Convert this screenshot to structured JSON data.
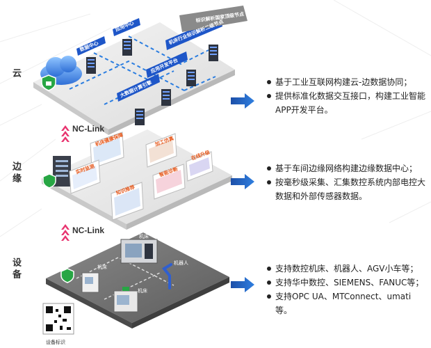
{
  "layers": {
    "cloud": {
      "label": "云",
      "nodes": [
        "数据中心",
        "应用中心",
        "应用开发平台",
        "大数据计算引擎",
        "机床行业标识解析二级节点"
      ],
      "top_tag": "标识解析国家顶级节点"
    },
    "edge": {
      "label": "边缘",
      "panels": [
        "加工仿真",
        "机床健康保障",
        "在线升级",
        "实时监测",
        "智能诊断",
        "知识推荐"
      ]
    },
    "device": {
      "label": "设备",
      "machines": [
        "机床",
        "机器人",
        "机床",
        "机床"
      ],
      "qr_caption": "设备标识"
    }
  },
  "links": [
    "NC-Link",
    "NC-Link"
  ],
  "bullets": {
    "cloud": [
      "基于工业互联网构建云-边数据协同；",
      "提供标准化数据交互接口，构建工业智能APP开发平台。"
    ],
    "edge": [
      "基于车间边缘网络构建边缘数据中心；",
      "按毫秒级采集、汇集数控系统内部电控大数据和外部传感器数据。"
    ],
    "device": [
      "支持数控机床、机器人、AGV小车等；",
      "支持华中数控、SIEMENS、FANUC等；",
      "支持OPC UA、MTConnect、umati等。"
    ]
  },
  "colors": {
    "accent": "#1f5fbf",
    "arrow": "#e8336f",
    "node": "#1e56c8",
    "panel_title": "#e65a1e",
    "platform": "#e9e9e9"
  }
}
